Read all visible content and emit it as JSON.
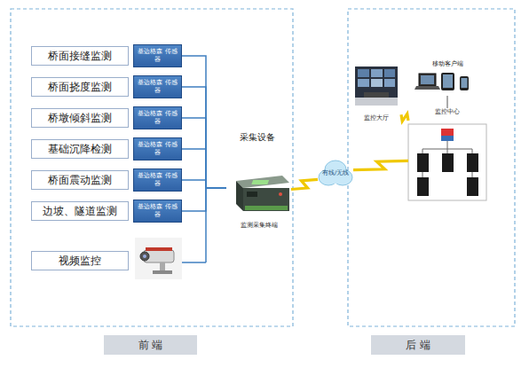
{
  "diagram": {
    "nodes": [
      {
        "text": [
          "桥面接缝监测"
        ]
      },
      {
        "text": [
          "桥面挠度监测"
        ]
      },
      {
        "text": [
          "桥墩倾斜监测"
        ]
      },
      {
        "text": [
          "基础沉降检测"
        ]
      },
      {
        "text": [
          "桥面震动监测"
        ]
      },
      {
        "text": [
          "边坡、隧道监测"
        ]
      },
      {
        "text": [
          "视频监控"
        ]
      },
      {
        "text": [
          "基边格森 传感器"
        ]
      },
      {
        "text": [
          "基边格森 传感器"
        ]
      },
      {
        "text": [
          "基边格森 传感器"
        ]
      },
      {
        "text": [
          "基边格森 传感器"
        ]
      },
      {
        "text": [
          "基边格森 传感器"
        ]
      },
      {
        "text": [
          "基边格森 传感器"
        ]
      },
      {
        "text": [
          "监测采集终端"
        ]
      },
      {
        "text": [
          "有线/无线"
        ]
      },
      {
        "text": [
          "监控大厅"
        ]
      },
      {
        "text": [
          "移动客户端"
        ]
      },
      {
        "text": [
          "监控中心"
        ]
      },
      {
        "text": [
          "前 端"
        ]
      },
      {
        "text": [
          "后 端"
        ]
      }
    ],
    "edges": [
      {
        "from": 7,
        "to": 13,
        "arrow": "none"
      },
      {
        "from": 8,
        "to": 13,
        "arrow": "none"
      },
      {
        "from": 9,
        "to": 13,
        "arrow": "none"
      },
      {
        "from": 10,
        "to": 13,
        "arrow": "none"
      },
      {
        "from": 11,
        "to": 13,
        "arrow": "none"
      },
      {
        "from": 12,
        "to": 13,
        "arrow": "none"
      },
      {
        "from": 13,
        "to": 14,
        "arrow": "none"
      },
      {
        "from": 14,
        "to": 17,
        "arrow": "none"
      },
      {
        "from": 15,
        "to": 17,
        "arrow": "none"
      },
      {
        "from": 16,
        "to": 17,
        "arrow": "none"
      }
    ],
    "labels": [
      "采集设备"
    ]
  }
}
